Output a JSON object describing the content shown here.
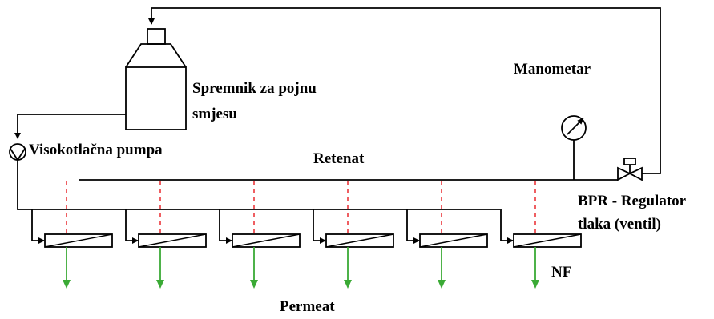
{
  "labels": {
    "feed_tank_line1": "Spremnik za pojnu",
    "feed_tank_line2": "smjesu",
    "pump": "Visokotlačna pumpa",
    "pressure_gauge": "Manometar",
    "retentate": "Retenat",
    "bpr_line1": "BPR - Regulator",
    "bpr_line2": "tlaka (ventil)",
    "nf": "NF",
    "permeate": "Permeat"
  },
  "modules": [
    {
      "id": "m1"
    },
    {
      "id": "m2"
    },
    {
      "id": "m3"
    },
    {
      "id": "m4"
    },
    {
      "id": "m5"
    },
    {
      "id": "m6"
    }
  ],
  "colors": {
    "line": "#000000",
    "permeate_arrow": "#3aaa35",
    "retentate_dash": "#e8191f"
  }
}
